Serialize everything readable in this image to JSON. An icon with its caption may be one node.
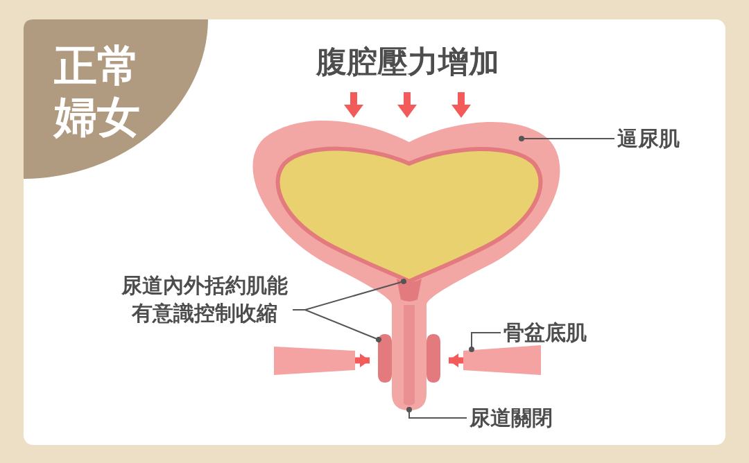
{
  "diagram": {
    "title": "正常婦女",
    "nodes": [
      {
        "text": [
          "逼尿肌"
        ]
      },
      {
        "text": [],
        "shape": "picture"
      },
      {
        "text": [
          "尿道內外括約肌能有意識控制收縮"
        ]
      },
      {
        "text": [],
        "shape": "box",
        "in": 1
      },
      {
        "text": [],
        "shape": "box"
      },
      {
        "text": [
          "骨盆底肌"
        ]
      },
      {
        "text": [],
        "shape": "bar"
      },
      {
        "text": [
          "尿道關閉"
        ]
      },
      {
        "text": [],
        "shape": "picture"
      },
      {
        "text": [],
        "shape": "bar"
      },
      {
        "text": [],
        "shape": "box"
      }
    ],
    "edges": [
      {
        "from": 0,
        "to": 1,
        "arrow": "other"
      },
      {
        "from": 2,
        "to": 3,
        "arrow": "other"
      },
      {
        "from": 2,
        "to": 4,
        "arrow": "other"
      },
      {
        "from": 5,
        "to": 9,
        "arrow": "other"
      },
      {
        "from": 7,
        "to": 8,
        "arrow": "other"
      },
      {
        "from": 6,
        "to": 4,
        "arrow": "to",
        "style": "thick",
        "color": "#f35a5a"
      },
      {
        "from": 9,
        "to": 10,
        "arrow": "to",
        "style": "thick",
        "color": "#f35a5a"
      }
    ],
    "labels": [
      "腹腔壓力增加"
    ]
  }
}
